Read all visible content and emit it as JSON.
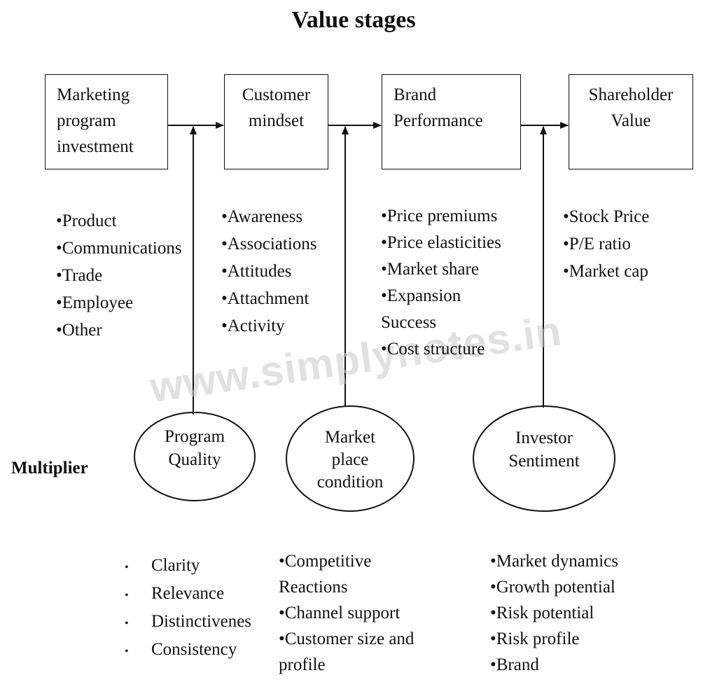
{
  "title": "Value stages",
  "stages": [
    {
      "label": "Marketing\nprogram\ninvestment"
    },
    {
      "label": "Customer\nmindset"
    },
    {
      "label": "Brand\nPerformance"
    },
    {
      "label": "Shareholder\nValue"
    }
  ],
  "stage_lists": [
    [
      "•Product",
      "•Communications",
      "•Trade",
      "•Employee",
      "•Other"
    ],
    [
      "•Awareness",
      "•Associations",
      "•Attitudes",
      "•Attachment",
      "•Activity"
    ],
    [
      "•Price premiums",
      "•Price elasticities",
      "•Market share",
      "•Expansion\n Success",
      "•Cost structure"
    ],
    [
      "•Stock Price",
      "•P/E ratio",
      "•Market cap"
    ]
  ],
  "multiplier_label": "Multiplier",
  "multipliers": [
    {
      "label": "Program\nQuality"
    },
    {
      "label": "Market\nplace\ncondition"
    },
    {
      "label": "Investor\nSentiment"
    }
  ],
  "multiplier_lists": [
    [
      "Clarity",
      "Relevance",
      "Distinctivenes",
      "Consistency"
    ],
    [
      "•Competitive\n Reactions",
      "•Channel support",
      "•Customer size and\n profile"
    ],
    [
      "•Market dynamics",
      "•Growth potential",
      "•Risk potential",
      "•Risk profile",
      "•Brand"
    ]
  ],
  "watermark": "www.simplynotes.in"
}
